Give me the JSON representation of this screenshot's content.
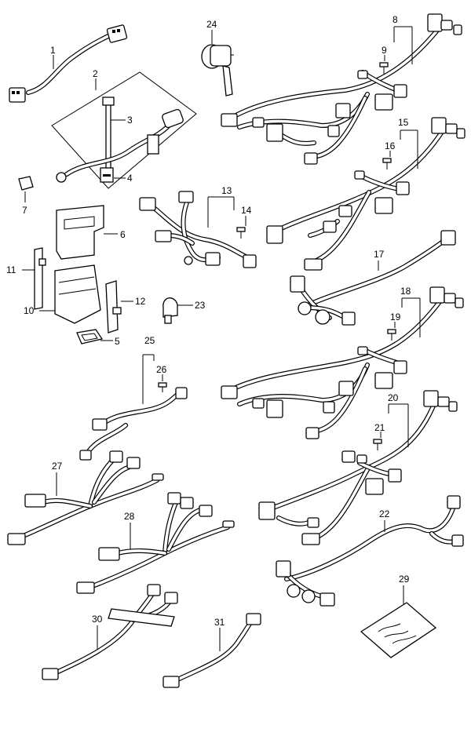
{
  "callouts": [
    {
      "num": "1"
    },
    {
      "num": "2"
    },
    {
      "num": "3"
    },
    {
      "num": "4"
    },
    {
      "num": "5"
    },
    {
      "num": "6"
    },
    {
      "num": "7"
    },
    {
      "num": "8"
    },
    {
      "num": "9"
    },
    {
      "num": "10"
    },
    {
      "num": "11"
    },
    {
      "num": "12"
    },
    {
      "num": "13"
    },
    {
      "num": "14"
    },
    {
      "num": "15"
    },
    {
      "num": "16"
    },
    {
      "num": "17"
    },
    {
      "num": "18"
    },
    {
      "num": "19"
    },
    {
      "num": "20"
    },
    {
      "num": "21"
    },
    {
      "num": "22"
    },
    {
      "num": "23"
    },
    {
      "num": "24"
    },
    {
      "num": "25"
    },
    {
      "num": "26"
    },
    {
      "num": "27"
    },
    {
      "num": "28"
    },
    {
      "num": "29"
    },
    {
      "num": "30"
    },
    {
      "num": "31"
    }
  ],
  "icons": [
    "wire-harness-icon",
    "connector-icon",
    "bolt-icon",
    "cable-tie-icon",
    "control-unit-icon",
    "bracket-icon",
    "grommet-icon",
    "clamp-icon",
    "bag-icon"
  ]
}
